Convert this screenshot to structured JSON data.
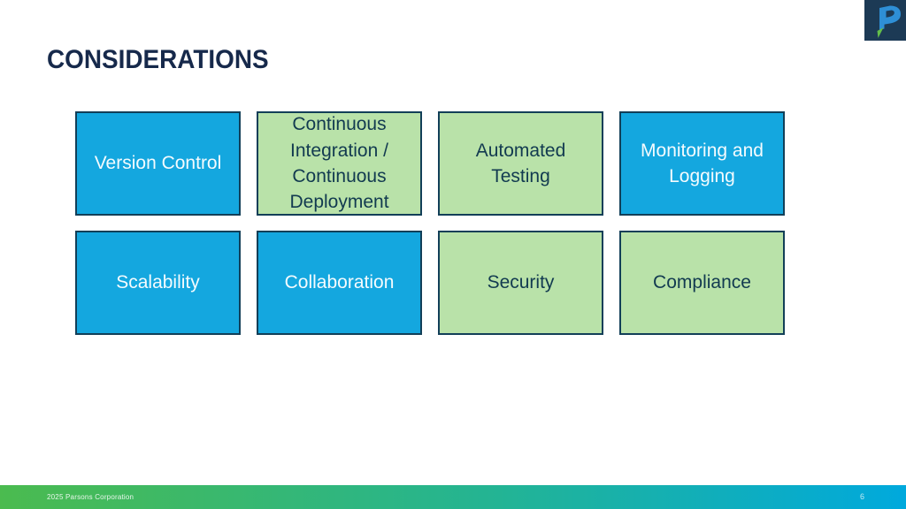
{
  "slide": {
    "title": "CONSIDERATIONS"
  },
  "grid": {
    "boxes": [
      {
        "label": "Version Control",
        "variant": "blue"
      },
      {
        "label": "Continuous Integration / Continuous Deployment",
        "variant": "green"
      },
      {
        "label": "Automated Testing",
        "variant": "green"
      },
      {
        "label": "Monitoring and Logging",
        "variant": "blue"
      },
      {
        "label": "Scalability",
        "variant": "blue"
      },
      {
        "label": "Collaboration",
        "variant": "blue"
      },
      {
        "label": "Security",
        "variant": "green"
      },
      {
        "label": "Compliance",
        "variant": "green"
      }
    ]
  },
  "footer": {
    "copyright": "2025 Parsons Corporation",
    "page_number": "6"
  },
  "icons": {
    "logo": "parsons-p-logo"
  },
  "colors": {
    "box_blue": "#14A7DF",
    "box_green": "#B9E2A9",
    "box_border": "#123F58",
    "title_navy": "#16294B",
    "dark_text": "#123A50",
    "footer_green": "#4BBB4F",
    "footer_cyan": "#00A9DD",
    "logo_background": "#1C3A55",
    "logo_blue": "#2E8FD6",
    "logo_green": "#63BE4A"
  }
}
